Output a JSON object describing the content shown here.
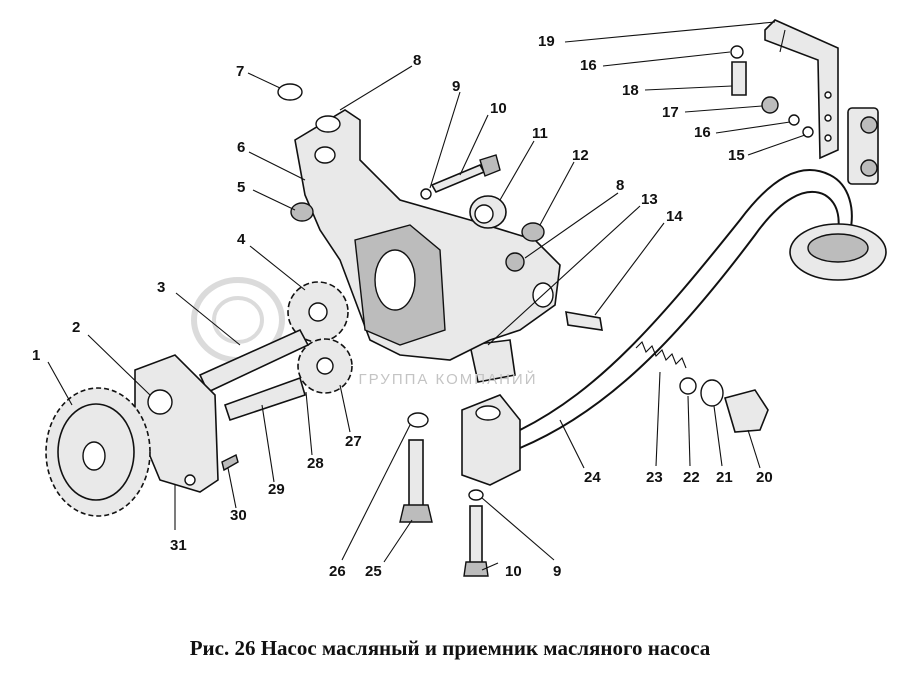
{
  "caption": "Рис. 26 Насос масляный и приемник масляного насоса",
  "watermark": "ГРУППА КОМПАНИЙ",
  "callouts": [
    "1",
    "2",
    "3",
    "4",
    "5",
    "6",
    "7",
    "8",
    "9",
    "10",
    "11",
    "12",
    "8",
    "13",
    "14",
    "19",
    "16",
    "18",
    "17",
    "16",
    "15",
    "31",
    "30",
    "29",
    "28",
    "27",
    "26",
    "25",
    "10",
    "9",
    "24",
    "23",
    "22",
    "21",
    "20"
  ]
}
